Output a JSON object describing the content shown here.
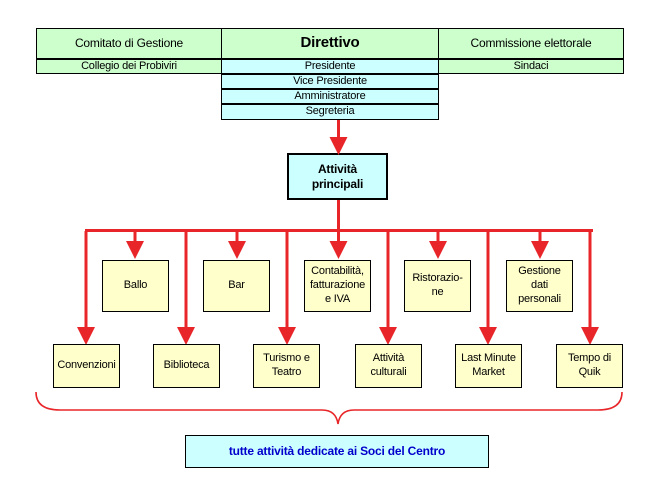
{
  "header": {
    "comitato": "Comitato di Gestione",
    "direttivo": "Direttivo",
    "commissione": "Commissione elettorale",
    "collegio": "Collegio dei Probiviri",
    "sindaci": "Sindaci",
    "direttivo_roles": [
      "Presidente",
      "Vice Presidente",
      "Amministratore",
      "Segreteria"
    ]
  },
  "main": {
    "title": "Attività\nprincipali"
  },
  "upper_activities": [
    "Ballo",
    "Bar",
    "Contabilità,\nfatturazione\ne IVA",
    "Ristorazio-\nne",
    "Gestione\ndati\npersonali"
  ],
  "lower_activities": [
    "Convenzioni",
    "Biblioteca",
    "Turismo e\nTeatro",
    "Attività\nculturali",
    "Last Minute\nMarket",
    "Tempo di\nQuik"
  ],
  "footer": "tutte attività dedicate ai Soci del Centro",
  "colors": {
    "header_green": "#ccffcc",
    "header_cyan": "#ccffff",
    "activity_yellow": "#ffffcc",
    "connector_red": "#e8262a",
    "footer_text_blue": "#0000cc"
  }
}
